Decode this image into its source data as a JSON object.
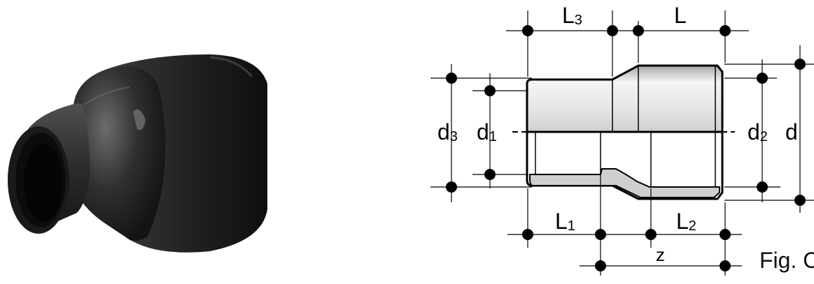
{
  "photo": {
    "icon": "reducer-fitting-photo"
  },
  "diagram": {
    "labels": {
      "L3": {
        "main": "L",
        "sub": "3"
      },
      "L": {
        "main": "L",
        "sub": ""
      },
      "d3": {
        "main": "d",
        "sub": "3"
      },
      "d1": {
        "main": "d",
        "sub": "1"
      },
      "d2": {
        "main": "d",
        "sub": "2"
      },
      "d": {
        "main": "d",
        "sub": ""
      },
      "L1": {
        "main": "L",
        "sub": "1"
      },
      "L2": {
        "main": "L",
        "sub": "2"
      },
      "z": {
        "main": "z",
        "sub": ""
      }
    },
    "caption": "Fig. C"
  },
  "colors": {
    "fitting_dark": "#1c1c1c",
    "fitting_highlight": "#6d6d6d",
    "pipe_fill_light": "#f2f2f2",
    "pipe_fill_dark": "#b0b0b0",
    "line": "#000000"
  }
}
